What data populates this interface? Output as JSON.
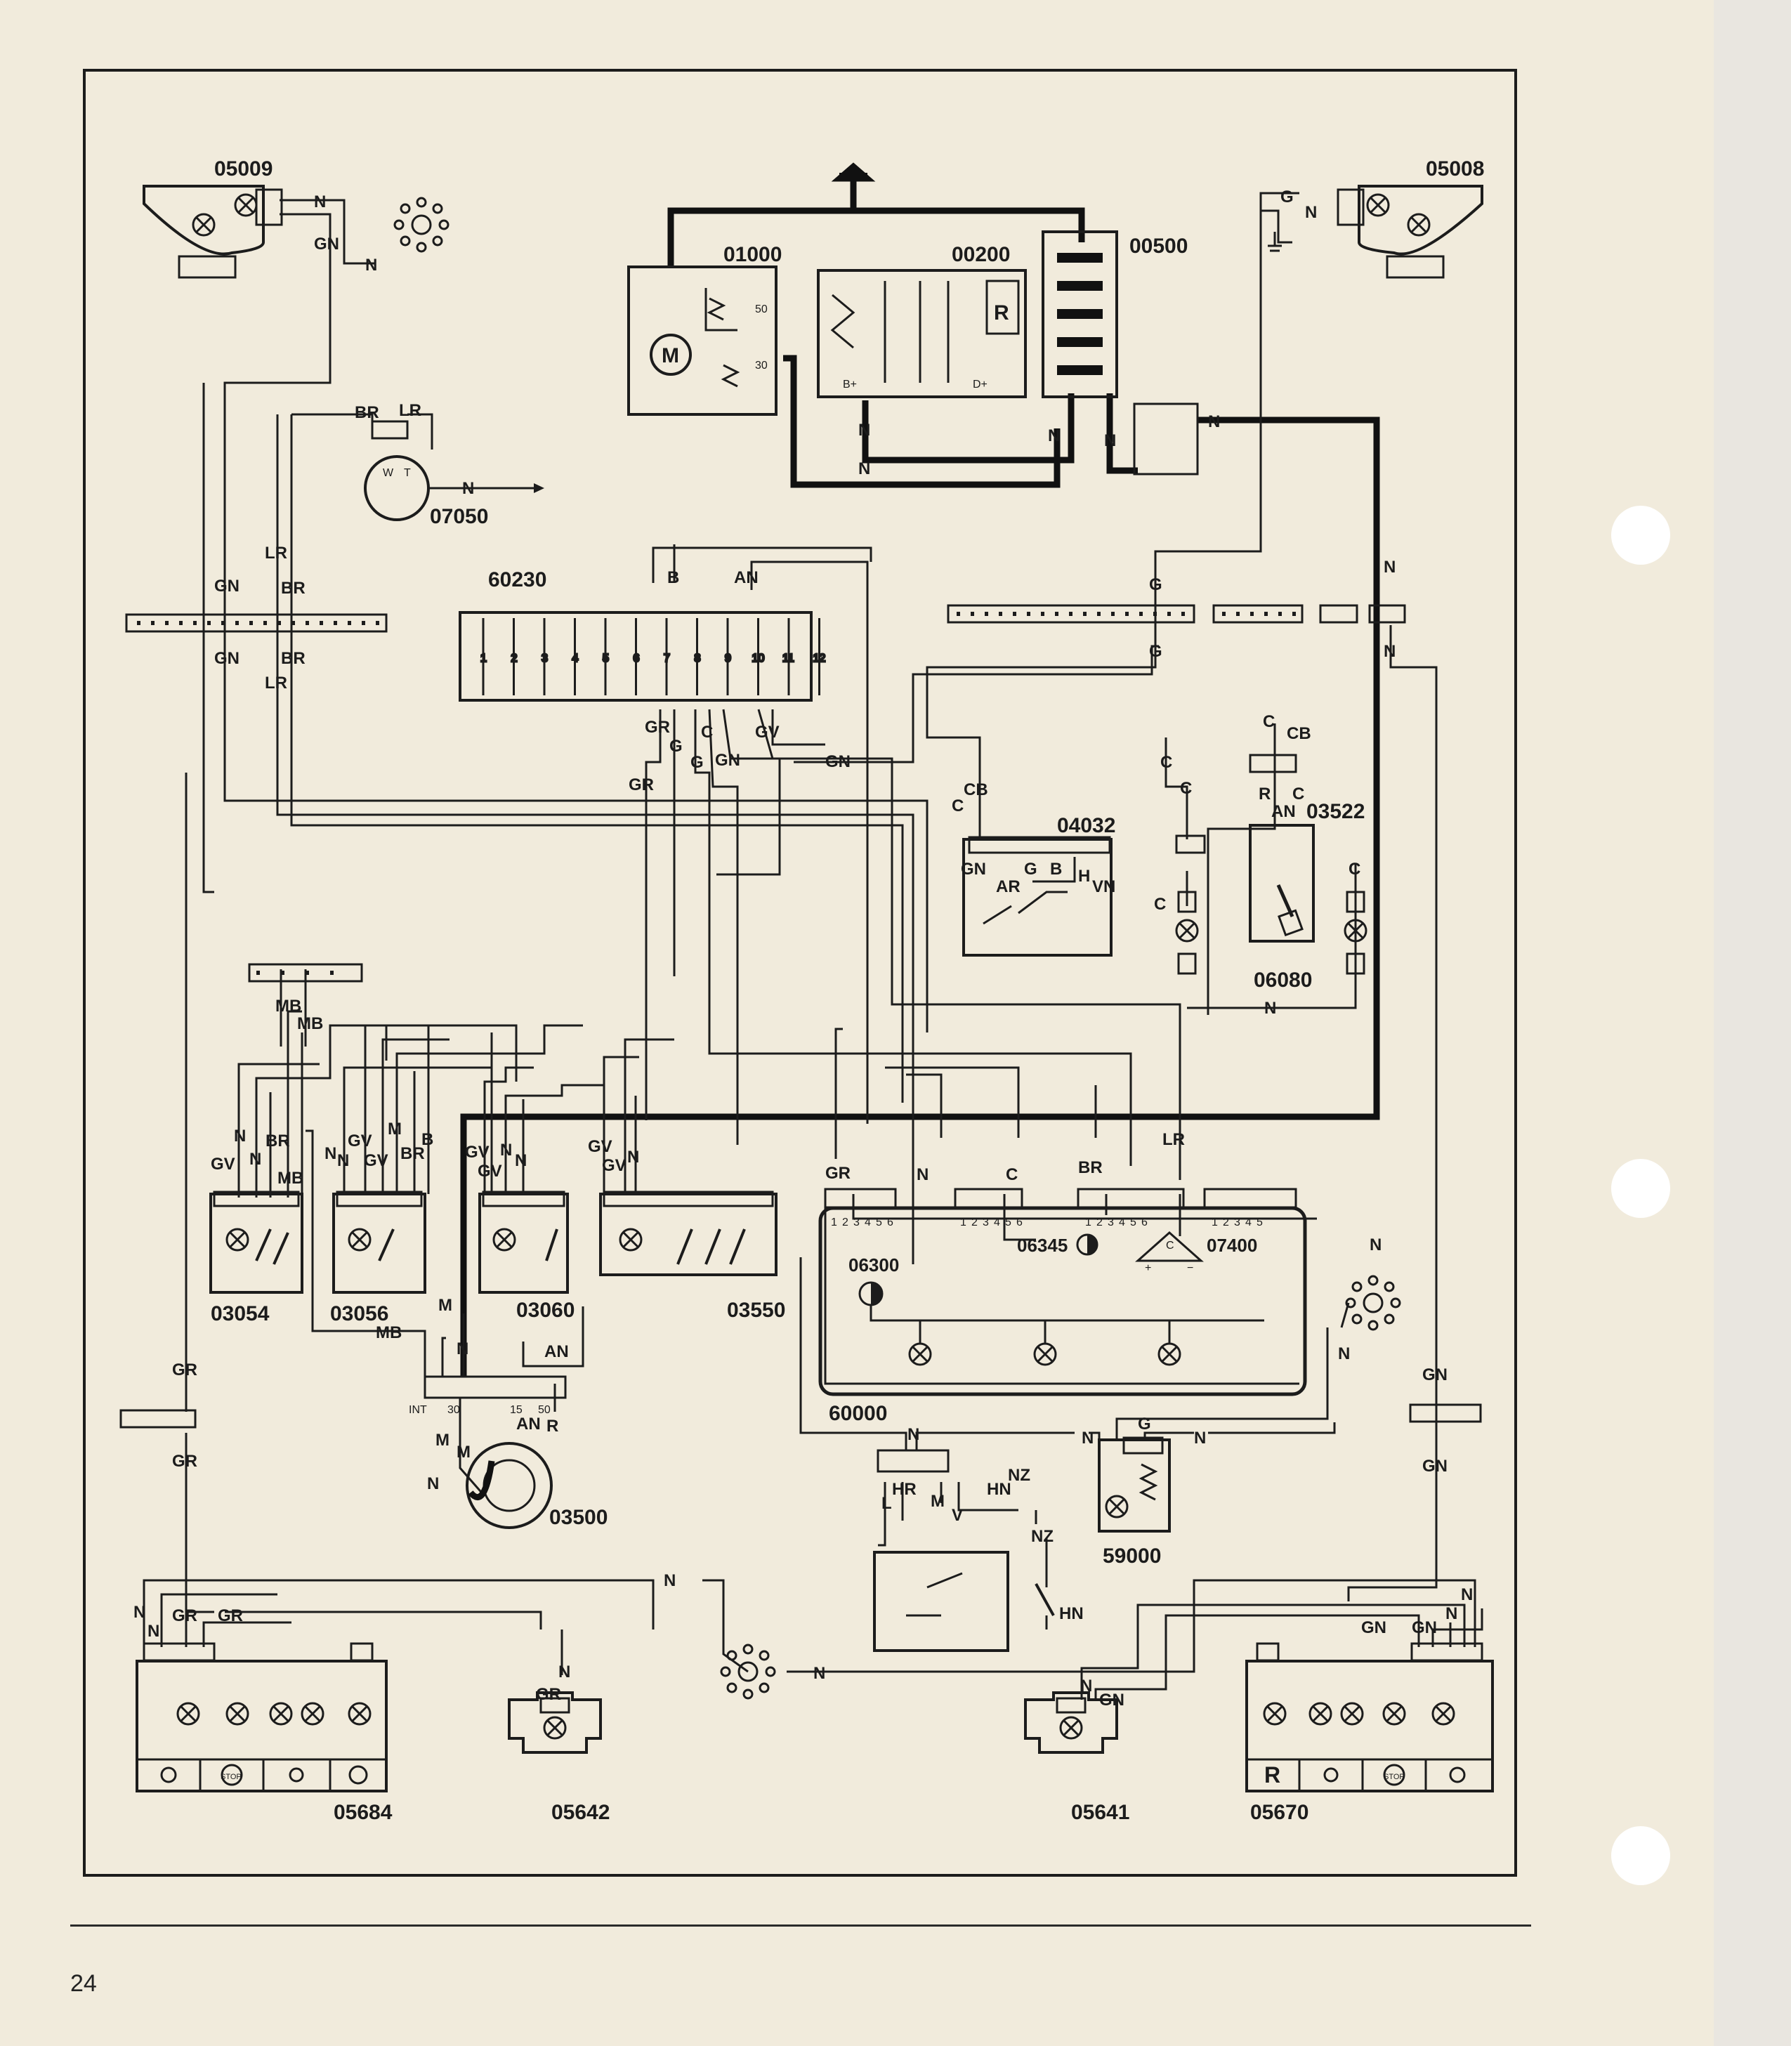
{
  "page": {
    "number": "24"
  },
  "components": [
    {
      "id": "05009",
      "role": "headlamp-left"
    },
    {
      "id": "05008",
      "role": "headlamp-right"
    },
    {
      "id": "01000",
      "role": "starter-motor"
    },
    {
      "id": "00200",
      "role": "alternator"
    },
    {
      "id": "00500",
      "role": "battery"
    },
    {
      "id": "07050",
      "role": "sender"
    },
    {
      "id": "60230",
      "role": "fuse-box"
    },
    {
      "id": "04032",
      "role": "switch"
    },
    {
      "id": "03522",
      "role": "switch"
    },
    {
      "id": "06080",
      "role": "lamp"
    },
    {
      "id": "03054",
      "role": "switch"
    },
    {
      "id": "03056",
      "role": "switch"
    },
    {
      "id": "03060",
      "role": "switch"
    },
    {
      "id": "03550",
      "role": "switch"
    },
    {
      "id": "60000",
      "role": "instrument-panel"
    },
    {
      "id": "06300",
      "role": "indicator"
    },
    {
      "id": "06345",
      "role": "indicator"
    },
    {
      "id": "07400",
      "role": "gauge"
    },
    {
      "id": "03500",
      "role": "ignition-switch"
    },
    {
      "id": "59000",
      "role": "wiper-motor"
    },
    {
      "id": "05684",
      "role": "rear-lamp-left"
    },
    {
      "id": "05642",
      "role": "plate-lamp"
    },
    {
      "id": "05641",
      "role": "plate-lamp"
    },
    {
      "id": "05670",
      "role": "rear-lamp-right"
    }
  ],
  "labels": {
    "motor": "M",
    "regulator": "R",
    "rear_r": "R",
    "stop": "STOP",
    "alt_bplus": "B+",
    "alt_dplus": "D+",
    "starter_50": "50",
    "starter_30": "30",
    "ign_int": "INT",
    "ign_30": "30",
    "ign_15": "15",
    "ign_50": "50",
    "sender_w": "W",
    "sender_t": "T",
    "gauge_plus": "+",
    "gauge_minus": "−",
    "gauge_top": "C"
  },
  "fuses": [
    "1",
    "2",
    "3",
    "4",
    "5",
    "6",
    "7",
    "8",
    "9",
    "10",
    "11",
    "12"
  ],
  "pins6": [
    "1",
    "2",
    "3",
    "4",
    "5",
    "6"
  ],
  "pins5": [
    "1",
    "2",
    "3",
    "4",
    "5"
  ],
  "wires": {
    "N": "N",
    "GN": "GN",
    "G": "G",
    "BR": "BR",
    "LR": "LR",
    "B": "B",
    "AN": "AN",
    "GR": "GR",
    "C": "C",
    "GV": "GV",
    "CB": "CB",
    "AR": "AR",
    "H": "H",
    "VN": "VN",
    "R": "R",
    "MB": "MB",
    "M": "M",
    "L": "L",
    "HR": "HR",
    "HN": "HN",
    "NZ": "NZ",
    "V": "V"
  }
}
